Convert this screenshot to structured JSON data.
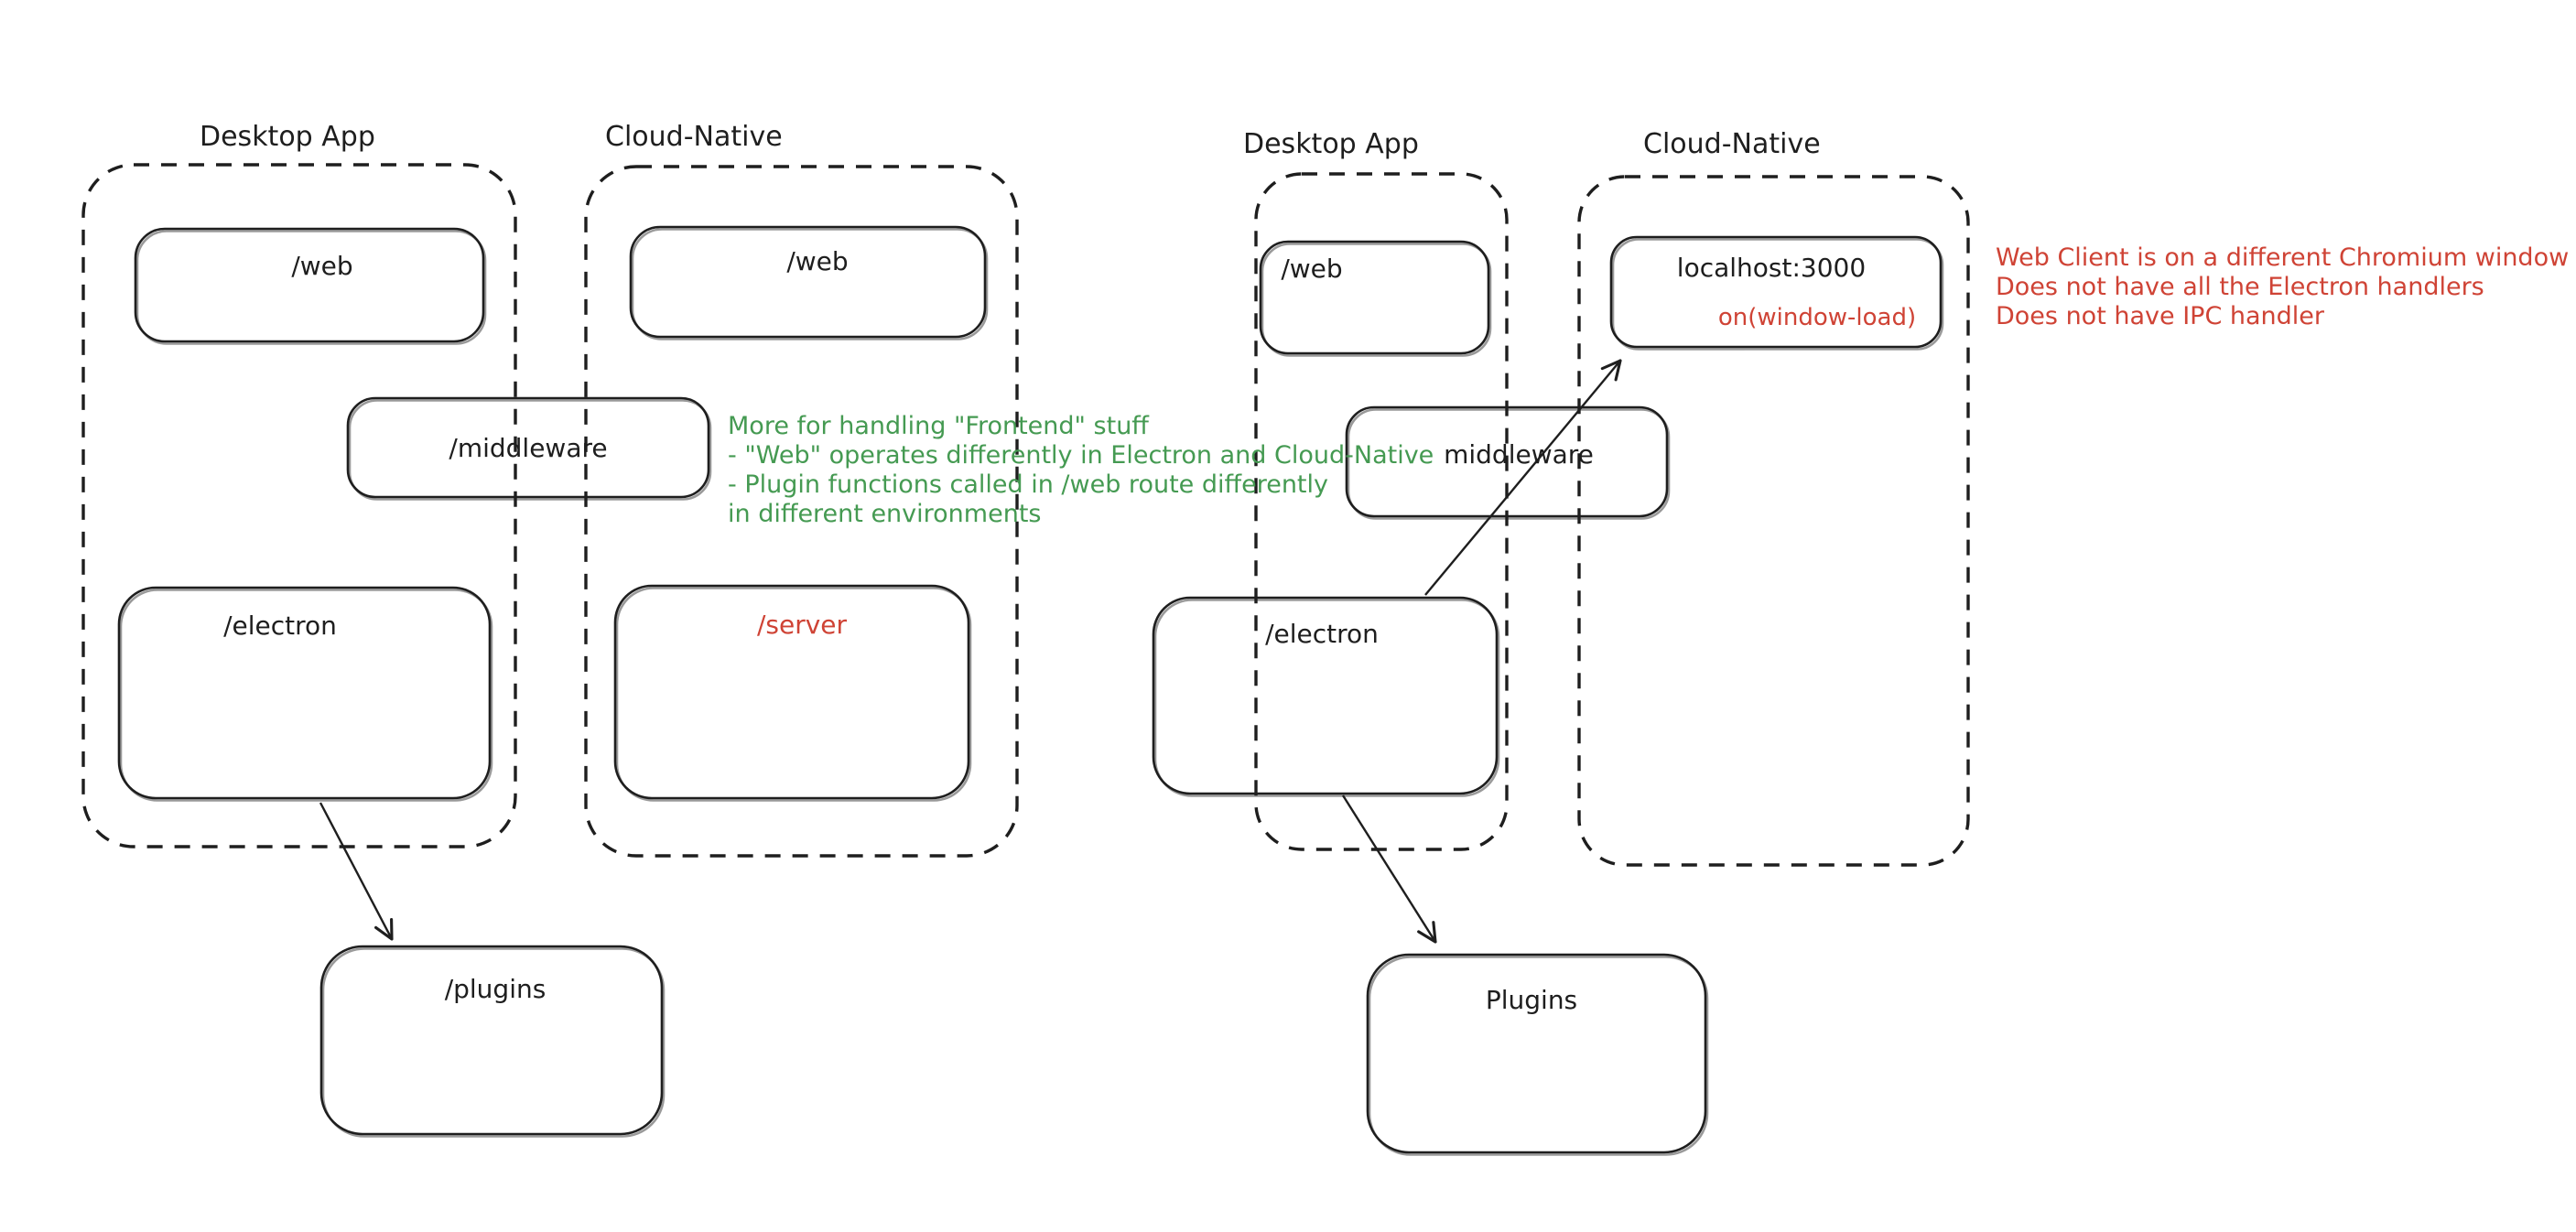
{
  "colors": {
    "ink": "#1e1e1e",
    "red": "#cf4335",
    "green": "#459a52",
    "bg": "#ffffff"
  },
  "left_diagram": {
    "title_desktop": "Desktop App",
    "title_cloud": "Cloud-Native",
    "web_desktop": "/web",
    "web_cloud": "/web",
    "middleware": "/middleware",
    "electron": "/electron",
    "server": "/server",
    "plugins": "/plugins"
  },
  "right_diagram": {
    "title_desktop": "Desktop App",
    "title_cloud": "Cloud-Native",
    "web": "/web",
    "localhost": "localhost:3000",
    "window_load": "on(window-load)",
    "middleware": "middleware",
    "electron": "/electron",
    "plugins": "Plugins"
  },
  "notes": {
    "green": {
      "lines": [
        "More for handling \"Frontend\" stuff",
        "- \"Web\" operates differently in Electron and Cloud-Native",
        "- Plugin functions called in /web route differently",
        "in different environments"
      ]
    },
    "red": {
      "lines": [
        "Web Client is on a different Chromium window",
        "Does not have all the Electron handlers",
        "Does not have IPC handler"
      ]
    }
  }
}
